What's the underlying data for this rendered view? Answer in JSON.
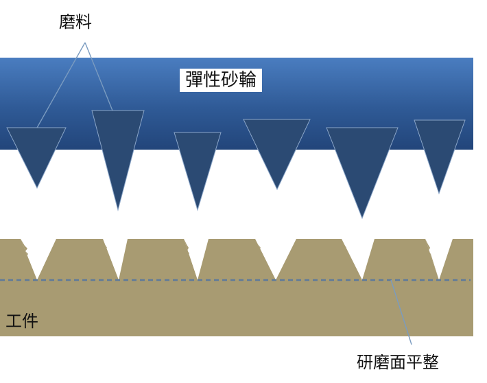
{
  "labels": {
    "abrasive": "磨料",
    "wheel": "彈性砂輪",
    "workpiece": "工件",
    "flat_surface": "研磨面平整"
  },
  "colors": {
    "wheel_top": "#3f72b8",
    "wheel_bottom": "#254a80",
    "grain": "#2b4a73",
    "grain_stroke": "#8aa5c8",
    "workpiece": "#a89b72",
    "dashed_line": "#5f7a9a",
    "leader_line": "#7a9bc0"
  },
  "grains_count": 6
}
